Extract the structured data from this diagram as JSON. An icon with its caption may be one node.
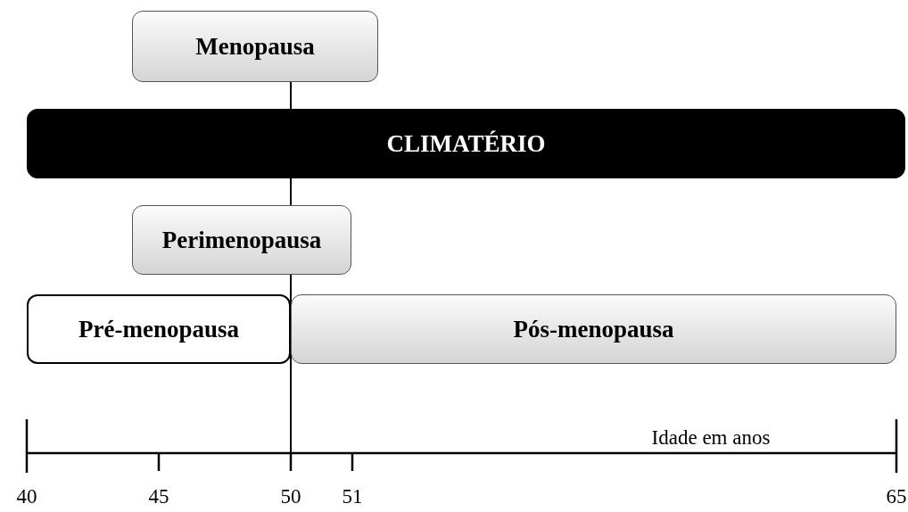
{
  "diagram": {
    "nodes": [
      {
        "text": [
          "Menopausa"
        ]
      },
      {
        "text": [
          "CLIMATÉRIO"
        ]
      },
      {
        "text": [
          "Perimenopausa"
        ]
      },
      {
        "text": [
          "Pré-menopausa"
        ]
      },
      {
        "text": [
          "Pós-menopausa"
        ]
      }
    ],
    "labels": [
      "Idade em anos",
      "40",
      "45",
      "50",
      "51",
      "65"
    ]
  }
}
